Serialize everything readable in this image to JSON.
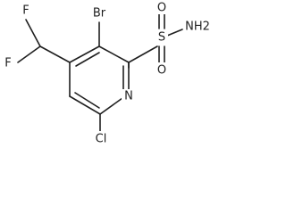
{
  "molecule": {
    "atoms": {
      "br": "Br",
      "s": "S",
      "nh2": "NH2",
      "o_top": "O",
      "o_bottom": "O",
      "f_top": "F",
      "f_left": "F",
      "n": "N",
      "cl": "Cl"
    }
  },
  "colors": {
    "bond": "#1f1f1f",
    "text": "#1f1f1f",
    "background": "#ffffff"
  }
}
